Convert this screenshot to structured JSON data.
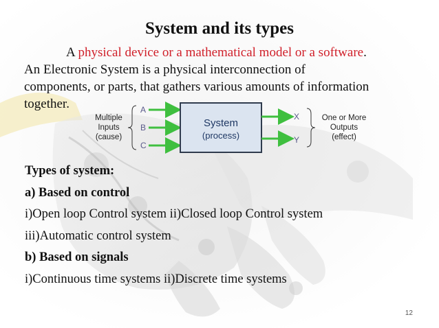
{
  "slide": {
    "title": "System and its types",
    "intro": {
      "prefix": "A ",
      "highlight": "physical device or a mathematical model or a software",
      "suffix": ".",
      "line2": "An Electronic System is a physical interconnection of",
      "line3": "components, or parts, that gathers various amounts of information",
      "line4": "together."
    },
    "diagram": {
      "inputs_label": [
        "Multiple",
        "Inputs",
        "(cause)"
      ],
      "input_letters": [
        "A",
        "B",
        "C"
      ],
      "system_title": "System",
      "system_subtitle": "(process)",
      "output_letters": [
        "X",
        "Y"
      ],
      "outputs_label": [
        "One or More",
        "Outputs",
        "(effect)"
      ],
      "colors": {
        "arrow": "#3fbf3f",
        "box_fill": "#dbe4f0",
        "box_border": "#2f3b4d",
        "system_text": "#1f3864",
        "letters": "#5a5a8a"
      }
    },
    "types": {
      "heading": "Types of system:",
      "control_heading": "a) Based on control",
      "control_line1": "i)Open loop Control system  ii)Closed loop Control system",
      "control_line2": "iii)Automatic control system",
      "signals_heading": "b) Based on signals",
      "signals_line1": "i)Continuous time systems ii)Discrete time systems"
    },
    "page_number": "12"
  }
}
